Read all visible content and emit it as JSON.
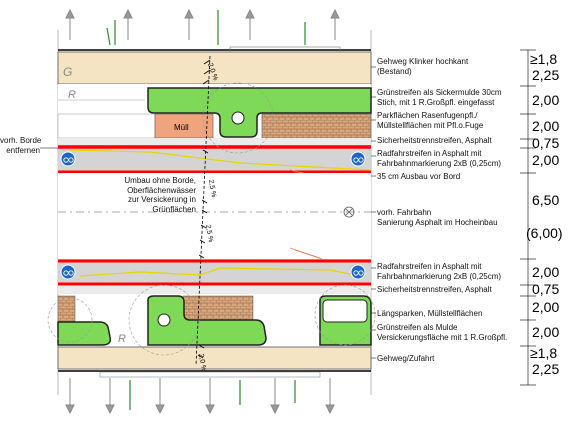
{
  "labels": {
    "gehweg_top": [
      "Gehweg Klinker hochkant",
      "(Bestand)"
    ],
    "gruen_top": [
      "Grünstreifen als Sickermulde 30cm",
      "Stich, mit 1 R.Großpfl. eingefasst"
    ],
    "park_top": [
      "Parkflächen Rasenfugenpfl./",
      "Müllstellflächen mit Pfl.o.Fuge"
    ],
    "sicher_top": "Sicherheitstrennstreifen, Asphalt",
    "rad_top": [
      "Radfahrstreifen in Asphalt mit",
      "Fahrbahnmarkierung 2xB (0,25cm)"
    ],
    "ausbau": "35 cm Ausbau vor Bord",
    "fahrbahn": [
      "vorh. Fahrbahn",
      "Sanierung Asphalt im Hocheinbau"
    ],
    "rad_bottom": [
      "Radfahrstreifen in Asphalt mit",
      "Fahrbahnmarkierung 2xB (0,25cm)"
    ],
    "sicher_bottom": "Sicherheitstrennstreifen, Asphalt",
    "laengs": "Längsparken, Müllstellflächen",
    "gruen_bottom": [
      "Grünstreifen als Mulde",
      "Versickerungsfläche mit 1 R.Großpfl."
    ],
    "gehweg_bottom": "Gehweg/Zufahrt",
    "borde": [
      "vorh. Borde",
      "entfernen"
    ],
    "umbau": [
      "Umbau ohne Borde,",
      "Oberflächenwässer",
      "zur Versickerung in",
      "Grünflächen"
    ],
    "muell": "Müll",
    "g_letter": "G",
    "r_letter": "R"
  },
  "dimensions": [
    "≥1,8",
    "2,25",
    "2,00",
    "2,00",
    "0,75",
    "2,00",
    "6,50",
    "(6,00)",
    "2,00",
    "0,75",
    "2,00",
    "2,00",
    "≥1,8",
    "2,25"
  ],
  "slopes": [
    "2,0 %",
    "2,5 %",
    "2,5 %",
    "2,0 %"
  ],
  "colors": {
    "sidewalk": "#f5e4c4",
    "road": "#d4d4d4",
    "green": "#7ed957",
    "parking": "#d8a77f",
    "trash": "#f0a47e",
    "bike_red": "#ff0000",
    "bike_sign": "#1a66c9"
  }
}
